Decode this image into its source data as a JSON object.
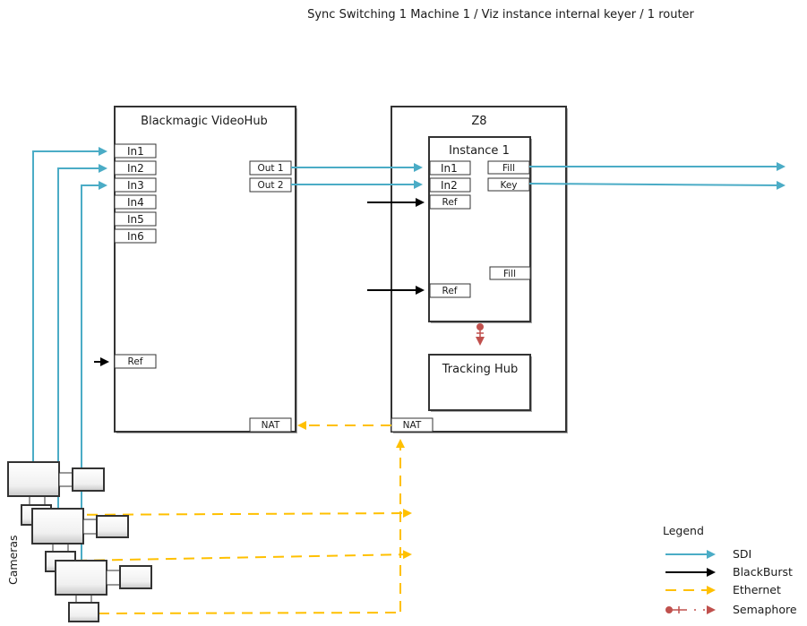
{
  "title": "Sync Switching 1 Machine 1 / Viz instance internal keyer / 1 router",
  "colors": {
    "sdi": "#4BACC6",
    "blackburst": "#000000",
    "ethernet": "#FFC000",
    "semaphore": "#C0504D"
  },
  "videohub": {
    "title": "Blackmagic VideoHub",
    "inputs": [
      "In1",
      "In2",
      "In3",
      "In4",
      "In5",
      "In6"
    ],
    "outputs": [
      "Out 1",
      "Out 2"
    ],
    "ref": "Ref",
    "nat": "NAT"
  },
  "z8": {
    "title": "Z8",
    "nat": "NAT",
    "instance": {
      "title": "Instance 1",
      "inputs": [
        "In1",
        "In2"
      ],
      "ref1": "Ref",
      "outputs": [
        "Fill",
        "Key"
      ],
      "fill2": "Fill",
      "ref2": "Ref"
    },
    "tracking_hub": "Tracking Hub"
  },
  "cameras_label": "Cameras",
  "legend": {
    "title": "Legend",
    "items": [
      {
        "label": "SDI",
        "type": "sdi"
      },
      {
        "label": "BlackBurst",
        "type": "blackburst"
      },
      {
        "label": "Ethernet",
        "type": "ethernet"
      },
      {
        "label": "Semaphore",
        "type": "semaphore"
      }
    ]
  }
}
